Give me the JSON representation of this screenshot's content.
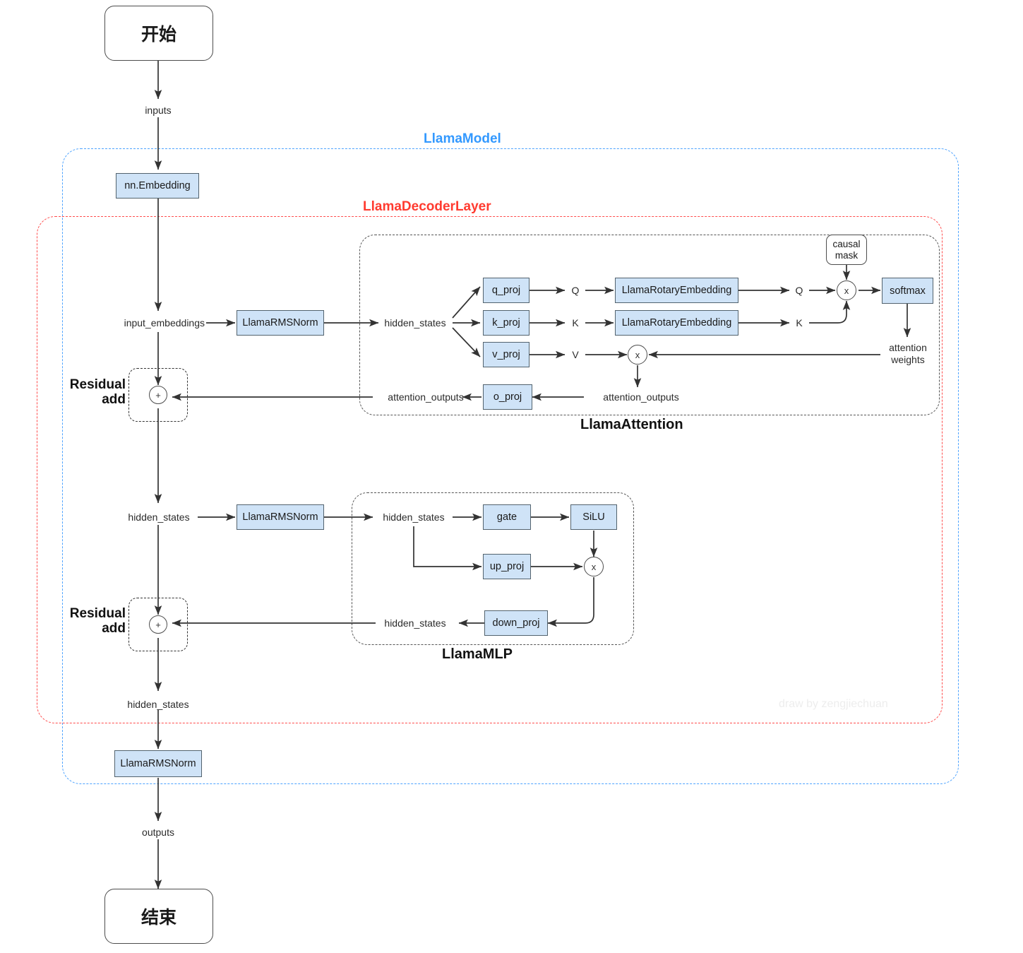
{
  "diagram": {
    "title_watermark": "draw by zengjiechuan",
    "colors": {
      "model_accent": "#3399ff",
      "decoder_accent": "#ff3b30",
      "box_fill": "#cfe3f7",
      "box_border": "#53636e",
      "wire": "#333333"
    },
    "groups": {
      "model": "LlamaModel",
      "decoder": "LlamaDecoderLayer",
      "attention": "LlamaAttention",
      "mlp": "LlamaMLP",
      "residual_add_1": "Residual\nadd",
      "residual_add_2": "Residual\nadd"
    },
    "terminals": {
      "start": "开始",
      "end": "结束"
    },
    "nodes": {
      "embedding": "nn.Embedding",
      "rmsnorm_1": "LlamaRMSNorm",
      "rmsnorm_2": "LlamaRMSNorm",
      "rmsnorm_final": "LlamaRMSNorm",
      "q_proj": "q_proj",
      "k_proj": "k_proj",
      "v_proj": "v_proj",
      "o_proj": "o_proj",
      "rotary_q": "LlamaRotaryEmbedding",
      "rotary_k": "LlamaRotaryEmbedding",
      "softmax": "softmax",
      "causal_mask": "causal\nmask",
      "causal_mask_line1": "causal",
      "causal_mask_line2": "mask",
      "gate": "gate",
      "silu": "SiLU",
      "up_proj": "up_proj",
      "down_proj": "down_proj"
    },
    "operators": {
      "add_1": "+",
      "add_2": "+",
      "matmul_qk": "x",
      "matmul_av": "x",
      "mul_mlp": "x"
    },
    "edge_labels": {
      "inputs": "inputs",
      "input_embeddings": "input_embeddings",
      "hidden_states_attn_in": "hidden_states",
      "q": "Q",
      "k": "K",
      "v": "V",
      "q_rot": "Q",
      "k_rot": "K",
      "attention_weights_line1": "attention",
      "attention_weights_line2": "weights",
      "attention_outputs_right": "attention_outputs",
      "attention_outputs_left": "attention_outputs",
      "hidden_states_mid": "hidden_states",
      "hidden_states_mlp_in": "hidden_states",
      "hidden_states_mlp_out": "hidden_states",
      "hidden_states_bottom": "hidden_states",
      "outputs": "outputs"
    }
  }
}
